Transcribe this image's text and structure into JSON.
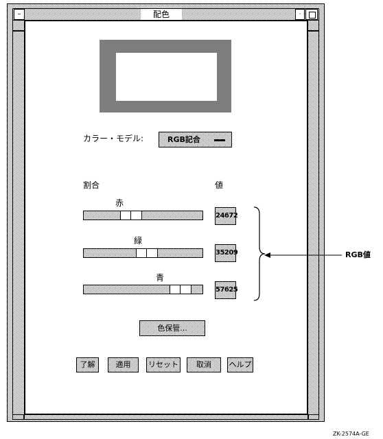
{
  "window": {
    "title": "配色",
    "menu_icon": "window-menu-icon",
    "minimize_icon": "minimize-icon",
    "maximize_icon": "maximize-icon"
  },
  "preview": {
    "outer_color": "#7d7d7d",
    "inner_color": "#ffffff"
  },
  "color_model": {
    "label": "カラー・モデル:",
    "button_label": "RGB記合"
  },
  "headers": {
    "ratio": "割合",
    "value": "値"
  },
  "sliders": [
    {
      "name": "赤",
      "value": "24672",
      "position_fraction": 0.38
    },
    {
      "name": "緑",
      "value": "35209",
      "position_fraction": 0.54
    },
    {
      "name": "青",
      "value": "57625",
      "position_fraction": 0.88
    }
  ],
  "annotation": {
    "label": "RGB値",
    "arrow_icon": "arrow-left-icon",
    "brace_icon": "right-brace-icon"
  },
  "save_button": "色保管...",
  "buttons": {
    "ok": "了解",
    "apply": "適用",
    "reset": "リセット",
    "cancel": "取消",
    "help": "ヘルプ"
  },
  "figure_id": "ZK-2574A-GE"
}
